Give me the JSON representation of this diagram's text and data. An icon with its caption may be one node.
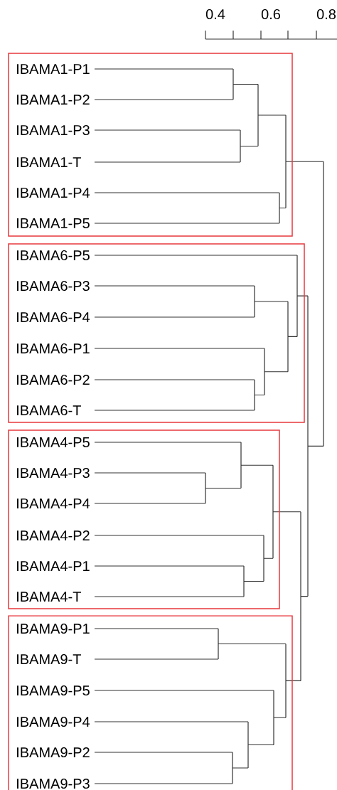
{
  "diagram": {
    "nodes": [
      {
        "text": [],
        "shape": "box"
      },
      {
        "text": [
          "IBAMA1-P1"
        ],
        "in": 0
      },
      {
        "text": [
          "IBAMA1-P2"
        ],
        "in": 0
      },
      {
        "text": [
          "IBAMA1-P3"
        ],
        "in": 0
      },
      {
        "text": [
          "IBAMA1-T"
        ],
        "in": 0
      },
      {
        "text": [
          "IBAMA1-P4"
        ],
        "in": 0
      },
      {
        "text": [
          "IBAMA1-P5"
        ],
        "in": 0
      },
      {
        "text": [],
        "shape": "box"
      },
      {
        "text": [
          "IBAMA6-P5"
        ],
        "in": 7
      },
      {
        "text": [
          "IBAMA6-P3"
        ],
        "in": 7
      },
      {
        "text": [
          "IBAMA6-P4"
        ],
        "in": 7
      },
      {
        "text": [
          "IBAMA6-P1"
        ],
        "in": 7
      },
      {
        "text": [
          "IBAMA6-P2"
        ],
        "in": 7
      },
      {
        "text": [
          "IBAMA6-T"
        ],
        "in": 7
      },
      {
        "text": [],
        "shape": "box"
      },
      {
        "text": [
          "IBAMA4-P5"
        ],
        "in": 14
      },
      {
        "text": [
          "IBAMA4-P3"
        ],
        "in": 14
      },
      {
        "text": [
          "IBAMA4-P4"
        ],
        "in": 14
      },
      {
        "text": [
          "IBAMA4-P2"
        ],
        "in": 14
      },
      {
        "text": [
          "IBAMA4-P1"
        ],
        "in": 14
      },
      {
        "text": [
          "IBAMA4-T"
        ],
        "in": 14
      },
      {
        "text": [],
        "shape": "box"
      },
      {
        "text": [
          "IBAMA9-P1"
        ],
        "in": 21
      },
      {
        "text": [
          "IBAMA9-T"
        ],
        "in": 21
      },
      {
        "text": [
          "IBAMA9-P5"
        ],
        "in": 21
      },
      {
        "text": [
          "IBAMA9-P4"
        ],
        "in": 21
      },
      {
        "text": [
          "IBAMA9-P2"
        ],
        "in": 21
      },
      {
        "text": [
          "IBAMA9-P3"
        ],
        "in": 21
      }
    ],
    "labels": [
      "0.4",
      "0.6",
      "0.8"
    ]
  }
}
